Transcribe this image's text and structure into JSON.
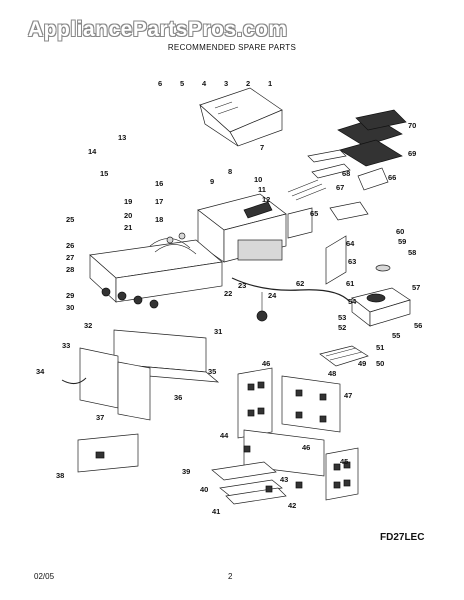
{
  "watermark": "AppliancePartsPros.com",
  "subheader": "RECOMMENDED SPARE PARTS",
  "model_code": "FD27LEC",
  "footer": {
    "date": "02/05",
    "page_number": "2"
  },
  "callouts": [
    "1",
    "2",
    "3",
    "4",
    "5",
    "6",
    "7",
    "8",
    "9",
    "10",
    "11",
    "12",
    "13",
    "14",
    "15",
    "16",
    "17",
    "18",
    "19",
    "20",
    "21",
    "22",
    "23",
    "24",
    "25",
    "26",
    "27",
    "28",
    "29",
    "30",
    "31",
    "32",
    "33",
    "34",
    "35",
    "36",
    "37",
    "38",
    "39",
    "40",
    "41",
    "42",
    "43",
    "44",
    "45",
    "46",
    "46",
    "47",
    "48",
    "49",
    "50",
    "51",
    "52",
    "53",
    "54",
    "55",
    "56",
    "57",
    "58",
    "59",
    "60",
    "61",
    "62",
    "63",
    "64",
    "65",
    "66",
    "67",
    "68",
    "69",
    "70"
  ]
}
